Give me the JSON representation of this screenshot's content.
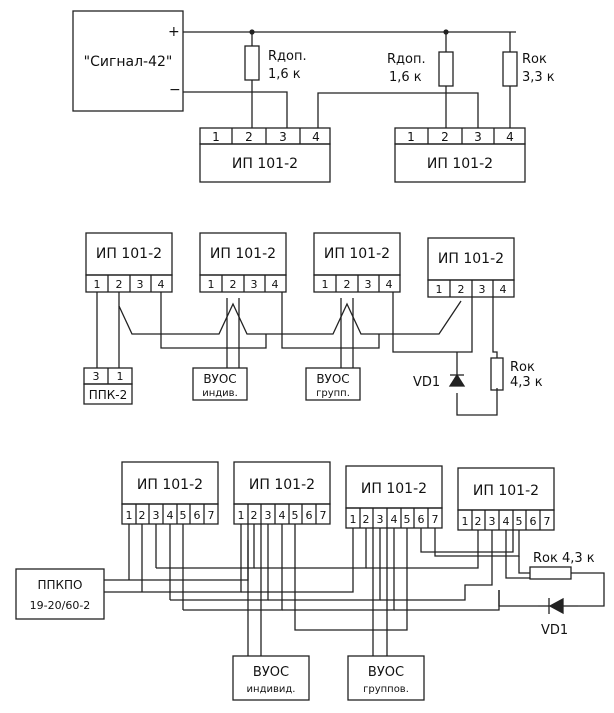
{
  "diagram1": {
    "source_label": "\"Сигнал-42\"",
    "plus": "+",
    "minus": "−",
    "r1_name": "Rдоп.",
    "r1_value": "1,6 к",
    "r2_name": "Rдоп.",
    "r2_value": "1,6 к",
    "r3_name": "Rок",
    "r3_value": "3,3 к",
    "detector_label": "ИП 101-2",
    "pins": [
      "1",
      "2",
      "3",
      "4"
    ]
  },
  "diagram2": {
    "detector_label": "ИП 101-2",
    "pins": [
      "1",
      "2",
      "3",
      "4"
    ],
    "ppk_pins": [
      "3",
      "1"
    ],
    "ppk_label": "ППК-2",
    "vuos1_line1": "ВУОС",
    "vuos1_line2": "индив.",
    "vuos2_line1": "ВУОС",
    "vuos2_line2": "групп.",
    "vd_label": "VD1",
    "r_name": "Rок",
    "r_value": "4,3 к"
  },
  "diagram3": {
    "detector_label": "ИП 101-2",
    "pins": [
      "1",
      "2",
      "3",
      "4",
      "5",
      "6",
      "7"
    ],
    "panel_line1": "ППКПО",
    "panel_line2": "19-20/60-2",
    "vuos1_line1": "ВУОС",
    "vuos1_line2": "индивид.",
    "vuos2_line1": "ВУОС",
    "vuos2_line2": "группов.",
    "r_label": "Rок  4,3 к",
    "vd_label": "VD1"
  }
}
